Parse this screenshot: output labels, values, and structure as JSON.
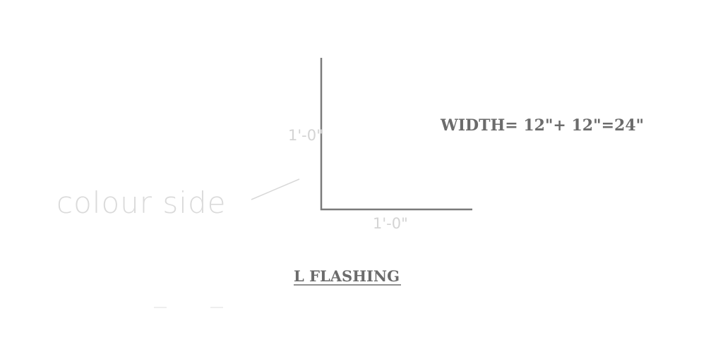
{
  "drawing": {
    "vertical_dimension": "1'-0\"",
    "horizontal_dimension": "1'-0\"",
    "callout_label": "colour side",
    "width_formula": "WIDTH=  12\"+  12\"=24\"",
    "title": "L  FLASHING"
  },
  "colors": {
    "profile_line": "#7a7a7a",
    "faint_text": "#d4d4d4",
    "label_text": "#6b6b6b"
  }
}
